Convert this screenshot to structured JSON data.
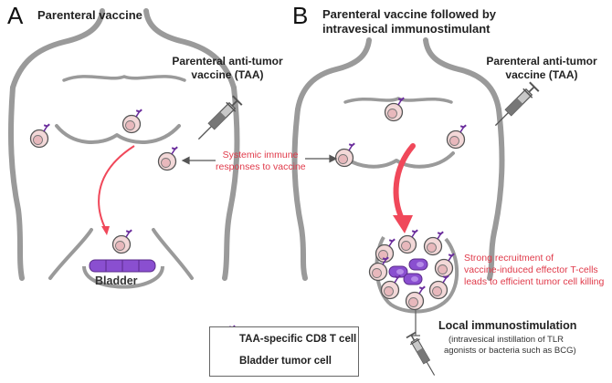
{
  "panel_a": {
    "letter": "A",
    "title": "Parenteral vaccine",
    "vaccine_label_line1": "Parenteral anti-tumor",
    "vaccine_label_line2": "vaccine (TAA)",
    "organ_label": "Bladder"
  },
  "panel_b": {
    "letter": "B",
    "title_line1": "Parenteral vaccine followed by",
    "title_line2": "intravesical immunostimulant",
    "vaccine_label_line1": "Parenteral anti-tumor",
    "vaccine_label_line2": "vaccine (TAA)",
    "recruitment_line1": "Strong recruitment of",
    "recruitment_line2": "vaccine-induced effector T-cells",
    "recruitment_line3": "leads to efficient tumor cell killing",
    "local_title": "Local immunostimulation",
    "local_detail_line1": "(intravesical instillation of TLR",
    "local_detail_line2": "agonists or bacteria such as BCG)"
  },
  "center": {
    "systemic_line1": "Systemic immune",
    "systemic_line2": "responses to vaccine"
  },
  "legend": {
    "tcell_label": "TAA-specific CD8 T cell",
    "tumor_label": "Bladder tumor cell"
  },
  "colors": {
    "body_outline": "#9a9a9a",
    "arrow_red": "#f0485a",
    "tumor_purple": "#8a4fd0",
    "tcell_fill": "#f3d8d8",
    "receptor_purple": "#6a2c9c"
  }
}
